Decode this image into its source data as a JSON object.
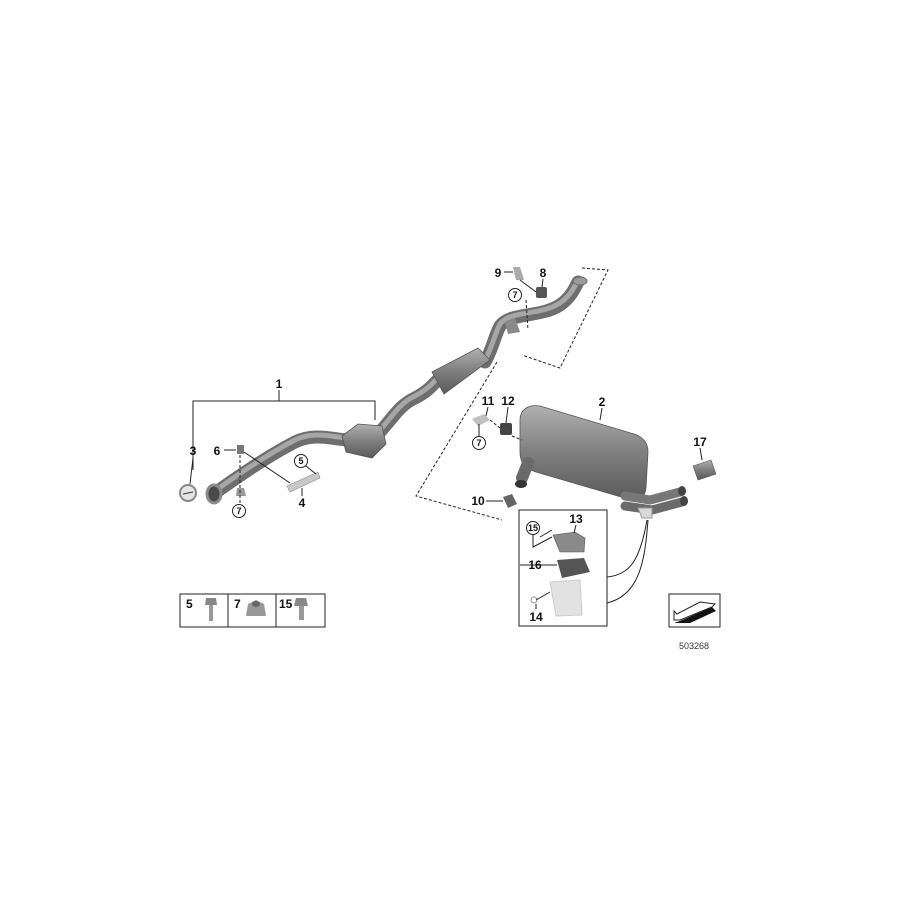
{
  "diagram": {
    "callouts": [
      {
        "id": "1"
      },
      {
        "id": "2"
      },
      {
        "id": "3"
      },
      {
        "id": "4"
      },
      {
        "id": "5"
      },
      {
        "id": "6"
      },
      {
        "id": "7"
      },
      {
        "id": "8"
      },
      {
        "id": "9"
      },
      {
        "id": "10"
      },
      {
        "id": "11"
      },
      {
        "id": "12"
      },
      {
        "id": "13"
      },
      {
        "id": "14"
      },
      {
        "id": "15"
      },
      {
        "id": "16"
      },
      {
        "id": "17"
      }
    ],
    "legend": [
      {
        "id": "5",
        "part": "bolt-icon"
      },
      {
        "id": "7",
        "part": "nut-icon"
      },
      {
        "id": "15",
        "part": "bolt-icon"
      }
    ],
    "orientation_icon": "arrow-icon",
    "drawing_number": "503268",
    "colors": {
      "part_fill": "#8a8a8a",
      "part_dark": "#5e5e5e",
      "line": "#222222"
    }
  }
}
